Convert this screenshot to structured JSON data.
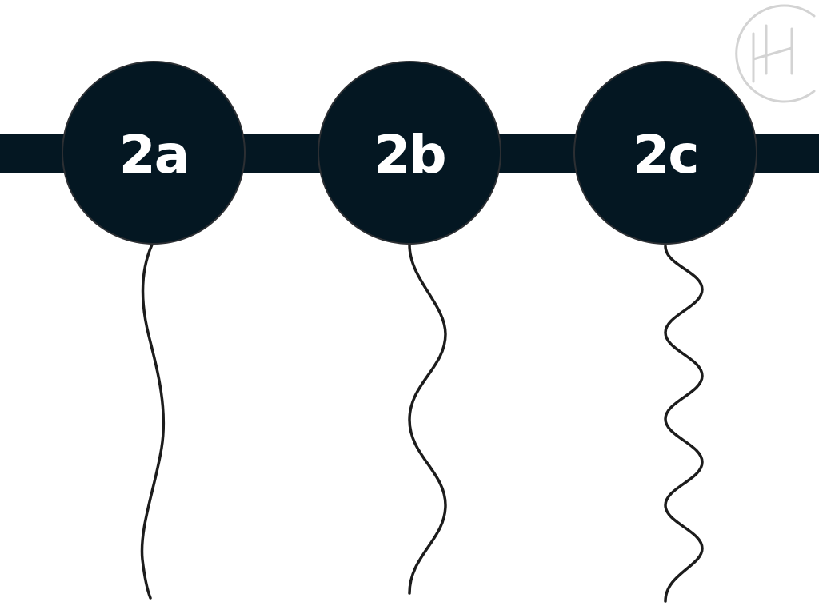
{
  "diagram": {
    "nodes": [
      {
        "id": "2a",
        "label": "2a"
      },
      {
        "id": "2b",
        "label": "2b"
      },
      {
        "id": "2c",
        "label": "2c"
      }
    ],
    "colors": {
      "node_fill": "#041722",
      "band": "#041722",
      "label_text": "#ffffff",
      "wave_stroke": "#1c1c1c",
      "logo_stroke": "#d3d3d3"
    },
    "logo": {
      "icon": "h-monogram-logo-icon"
    }
  }
}
